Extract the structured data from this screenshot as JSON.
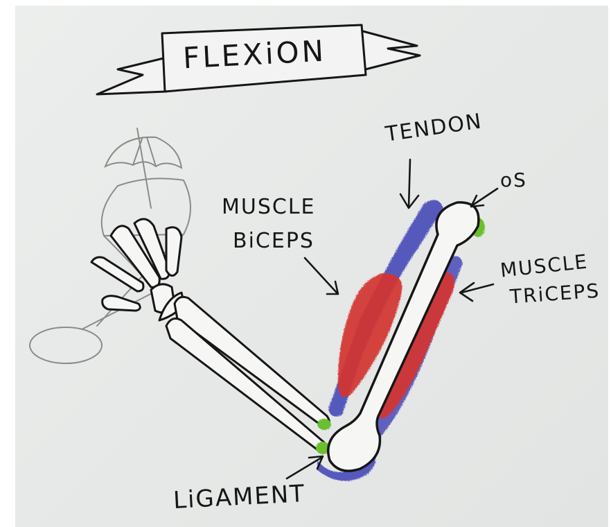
{
  "title": "FLEXiON",
  "labels": {
    "tendon": "TENDON",
    "os": "oS",
    "biceps_line1": "MUSCLE",
    "biceps_line2": "BiCEPS",
    "triceps_line1": "MUSCLE",
    "triceps_line2": "TRiCEPS",
    "ligament": "LiGAMENT"
  },
  "colors": {
    "paper": "#e8eae9",
    "ink": "#161616",
    "muscle": "#d2332f",
    "tendon": "#3d3fb5",
    "ligament": "#6bbf2e",
    "pencil": "#8a8a8a"
  }
}
